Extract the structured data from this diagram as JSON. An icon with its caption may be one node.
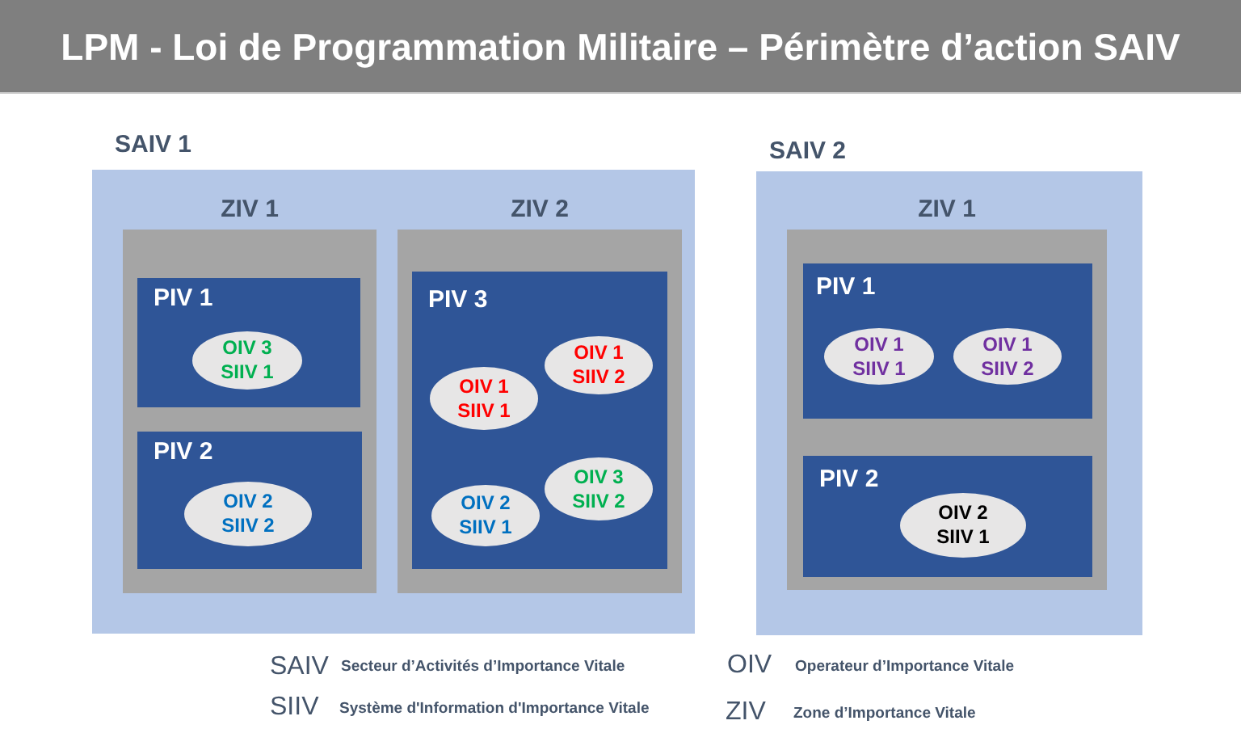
{
  "diagram": {
    "title": "LPM - Loi de Programmation Militaire – Périmètre d’action SAIV",
    "nodes": [
      {
        "text": [
          "SAIV 1"
        ]
      },
      {
        "text": [
          "ZIV 1"
        ],
        "in": 0
      },
      {
        "text": [
          "PIV 1"
        ],
        "in": 1
      },
      {
        "text": [
          "OIV 3",
          "SIIV 1"
        ],
        "in": 2
      },
      {
        "text": [
          "PIV 2"
        ],
        "in": 1
      },
      {
        "text": [
          "OIV 2",
          "SIIV 2"
        ],
        "in": 4
      },
      {
        "text": [
          "ZIV 2"
        ],
        "in": 0
      },
      {
        "text": [
          "PIV 3"
        ],
        "in": 6
      },
      {
        "text": [
          "OIV 1",
          "SIIV 1"
        ],
        "in": 7
      },
      {
        "text": [
          "OIV 1",
          "SIIV 2"
        ],
        "in": 7
      },
      {
        "text": [
          "OIV 2",
          "SIIV 1"
        ],
        "in": 7
      },
      {
        "text": [
          "OIV 3",
          "SIIV 2"
        ],
        "in": 7
      },
      {
        "text": [
          "SAIV 2"
        ]
      },
      {
        "text": [
          "ZIV 1"
        ],
        "in": 12
      },
      {
        "text": [
          "PIV 1"
        ],
        "in": 13
      },
      {
        "text": [
          "OIV 1",
          "SIIV 1"
        ],
        "in": 14
      },
      {
        "text": [
          "OIV 1",
          "SIIV 2"
        ],
        "in": 14
      },
      {
        "text": [
          "PIV 2"
        ],
        "in": 13
      },
      {
        "text": [
          "OIV 2",
          "SIIV 1"
        ],
        "in": 17
      }
    ],
    "labels": [
      "SAIV",
      "Secteur d’Activités d’Importance Vitale",
      "OIV",
      "Operateur d’Importance Vitale",
      "SIIV",
      "Système d'Information d'Importance Vitale",
      "ZIV",
      "Zone d’Importance Vitale"
    ]
  }
}
